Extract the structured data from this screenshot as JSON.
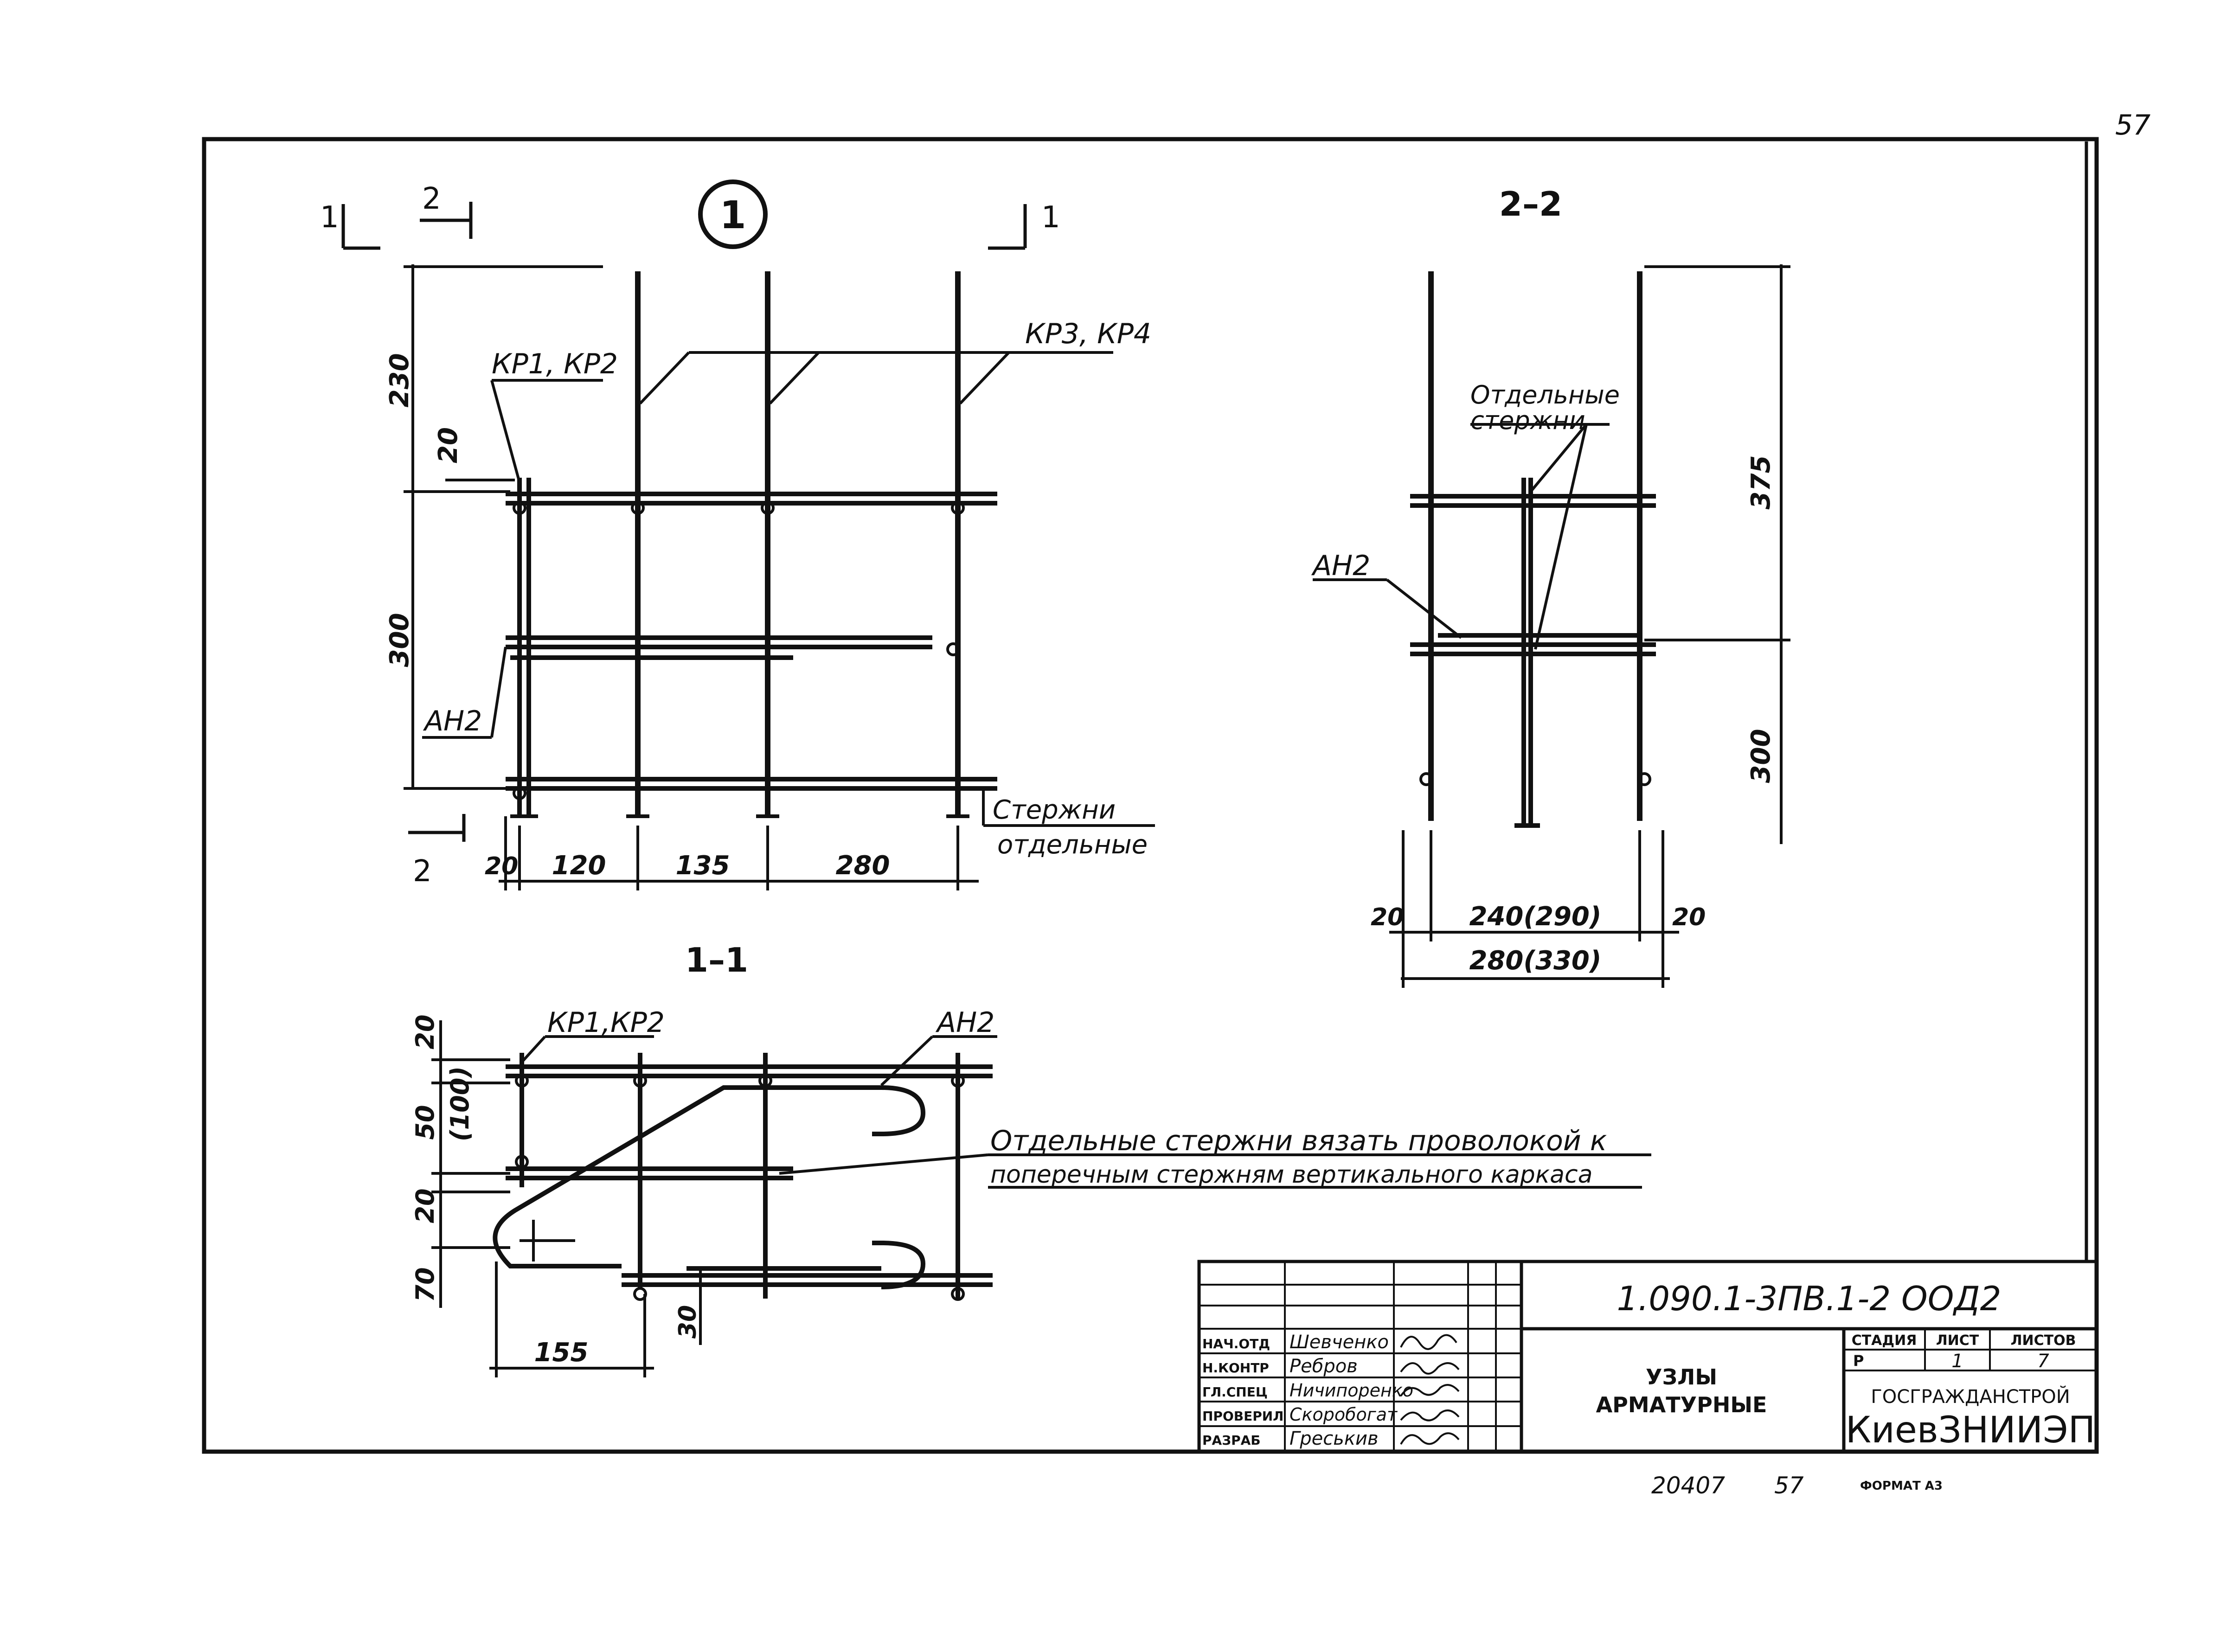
{
  "page_number": "57",
  "bottom": {
    "archive_number": "20407",
    "sheet_copy": "57",
    "format": "ФОРМАТ А3"
  },
  "node": {
    "marker": "1",
    "cut_left": "1",
    "cut_right": "1",
    "cut_top": "2",
    "cut_bottom": "2",
    "label_kr12": "КР1, КР2",
    "label_kr34": "КР3, КР4",
    "label_an2": "АН2",
    "label_rods_1": "Стержни",
    "label_rods_2": "отдельные",
    "dims": {
      "v230": "230",
      "v20": "20",
      "v300": "300",
      "h20": "20",
      "h120": "120",
      "h135": "135",
      "h280": "280"
    }
  },
  "section11": {
    "title": "1–1",
    "label_kr12": "КР1,КР2",
    "label_an2": "АН2",
    "note_1": "Отдельные стержни вязать проволокой к",
    "note_2": "поперечным стержням вертикального каркаса",
    "dims": {
      "v20": "20",
      "v50": "50",
      "v100": "(100)",
      "v20b": "20",
      "v70": "70",
      "h155": "155",
      "h30": "30"
    }
  },
  "section22": {
    "title": "2–2",
    "label_rods_1": "Отдельные",
    "label_rods_2": "стержни",
    "label_an2": "АН2",
    "dims": {
      "v375": "375",
      "v300": "300",
      "h20l": "20",
      "h240": "240(290)",
      "h20r": "20",
      "h280": "280(330)"
    }
  },
  "title_block": {
    "doc_code": "1.090.1-3ПВ.1-2  ООД2",
    "title_1": "УЗЛЫ",
    "title_2": "АРМАТУРНЫЕ",
    "rows": [
      {
        "role": "НАЧ.ОТД",
        "name": "Шевченко"
      },
      {
        "role": "Н.КОНТР",
        "name": "Ребров"
      },
      {
        "role": "ГЛ.СПЕЦ",
        "name": "Ничипоренко"
      },
      {
        "role": "ПРОВЕРИЛ",
        "name": "Скоробогат"
      },
      {
        "role": "РАЗРАБ",
        "name": "Греськив"
      }
    ],
    "stage_header": "СТАДИЯ",
    "sheet_header": "ЛИСТ",
    "sheets_header": "ЛИСТОВ",
    "stage": "Р",
    "sheet": "1",
    "sheets": "7",
    "org_1": "ГОСГРАЖДАНСТРОЙ",
    "org_2": "КиевЗНИИЭП"
  }
}
